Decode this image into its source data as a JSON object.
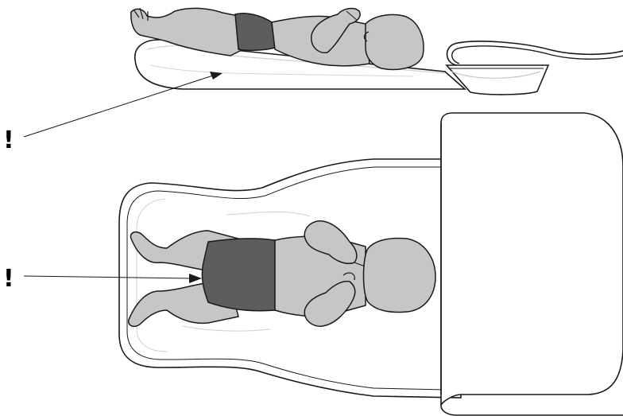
{
  "callouts": [
    {
      "id": "callout-1",
      "label": "!"
    },
    {
      "id": "callout-2",
      "label": "!"
    }
  ],
  "colors": {
    "skin": "#c6c6c6",
    "diaper": "#5d5d5d",
    "mattress": "#ffffff",
    "outline": "#1a1a1a",
    "shadow": "#bdbdbd"
  },
  "icons": {
    "side_view": "infant-on-changing-mat-side-view",
    "top_view": "infant-on-changing-mat-top-view",
    "basin": "wash-basin-icon"
  }
}
